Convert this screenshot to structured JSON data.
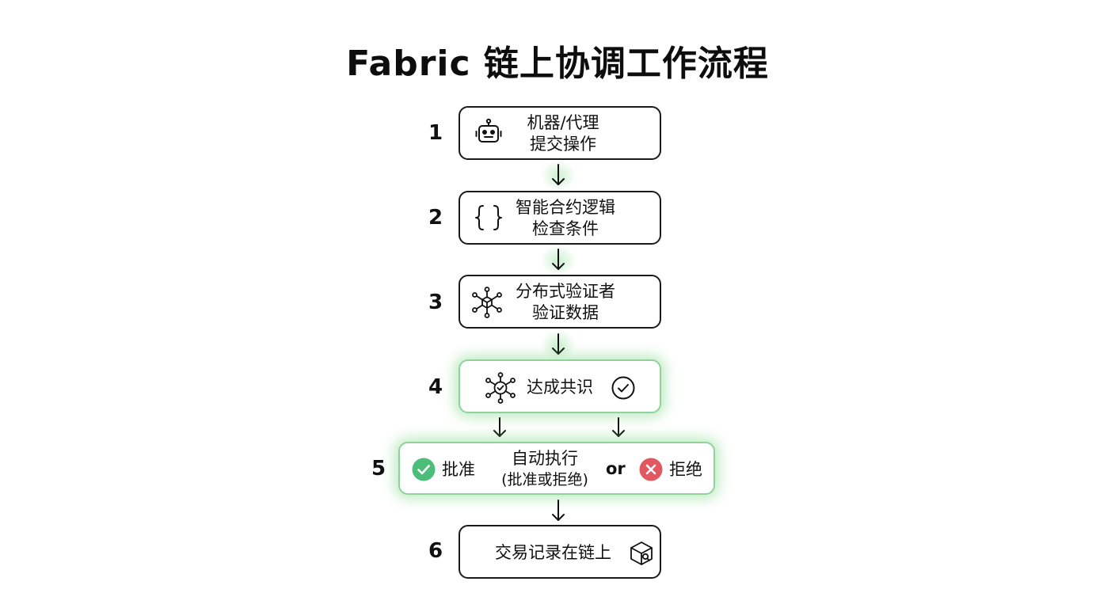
{
  "title": "Fabric 链上协调工作流程",
  "steps": [
    {
      "number": "1",
      "line1": "机器/代理",
      "line2": "提交操作",
      "icon": "robot-icon"
    },
    {
      "number": "2",
      "line1": "智能合约逻辑",
      "line2": "检查条件",
      "icon": "curly-braces-icon"
    },
    {
      "number": "3",
      "line1": "分布式验证者",
      "line2": "验证数据",
      "icon": "network-cube-icon"
    },
    {
      "number": "4",
      "line1": "达成共识",
      "icon": "network-check-icon"
    },
    {
      "number": "5",
      "approve": "批准",
      "center_line1": "自动执行",
      "center_line2": "(批准或拒绝)",
      "or": "or",
      "reject": "拒绝"
    },
    {
      "number": "6",
      "line1": "交易记录在链上",
      "icon": "cube-search-icon"
    }
  ],
  "colors": {
    "approve": "#4cbe7a",
    "reject": "#e25860",
    "glow": "#8fd39a",
    "border": "#1a1a1a"
  }
}
